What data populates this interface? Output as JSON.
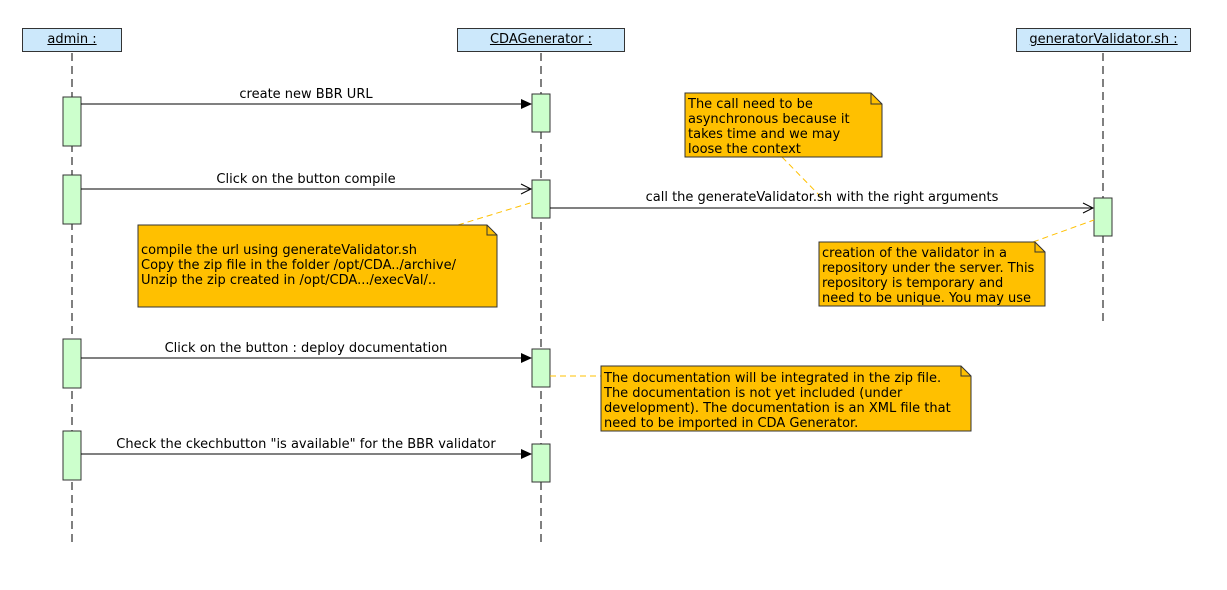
{
  "lifelines": {
    "admin": "admin  :",
    "cda": "CDAGenerator  :",
    "validator": "generatorValidator.sh  :"
  },
  "messages": {
    "m1": "create new BBR URL",
    "m2": "Click on the button compile",
    "m3": "call the generateValidator.sh with the right arguments",
    "m4": "Click on the button : deploy documentation",
    "m5": "Check the ckechbutton \"is available\" for the BBR validator"
  },
  "notes": {
    "async": "The call need to be\nasynchronous because it\ntakes time and we may\nloose the context",
    "compile": "compile the url using generateValidator.sh\nCopy the zip file in the folder /opt/CDA../archive/\nUnzip the zip created in /opt/CDA.../execVal/..",
    "creation": "creation of the validator in a\nrepository under the server. This\nrepository is temporary and\nneed to be unique. You may use",
    "documentation": "The documentation will be integrated in the zip file.\nThe documentation is not yet included (under\ndevelopment). The documentation is an XML file that\nneed to be imported in CDA Generator."
  },
  "colors": {
    "lifeline_head": "#cce8fb",
    "activation": "#ccffcc",
    "note": "#ffc000",
    "note_link": "#ffc000"
  }
}
